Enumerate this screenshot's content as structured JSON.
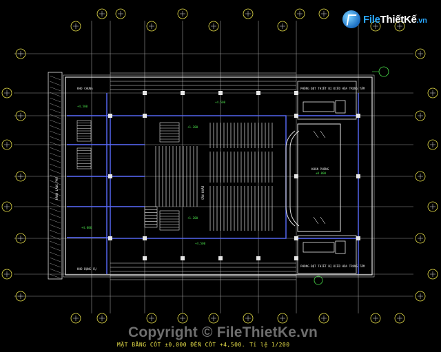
{
  "logo": {
    "file": "File",
    "thiet_ke": "ThiếtKế",
    "vn": ".vn",
    "icon": "filethietke-logo-icon"
  },
  "watermark": "Copyright © FileThietKe.vn",
  "caption": {
    "title": "MẶT BẰNG CỐT ±0,000 ĐẾN CỐT +4,500.",
    "scale": "Tỉ lệ 1/200"
  },
  "labels": {
    "room_top_right": "PHÒNG ĐẶT THIẾT BỊ ĐIỀU HÒA TRUNG TÂM",
    "room_bottom_right": "PHÒNG ĐẶT THIẾT BỊ ĐIỀU HÒA TRUNG TÂM",
    "kho_top": "KHO CHUNG",
    "kho_bottom": "KHO DỤNG CỤ",
    "hall": "KHÁN PHÒNG",
    "stage": "SÂN KHẤU",
    "left_vertical": "HÀNH LANG PHỤ",
    "elev_1": "+1.200",
    "elev_2": "+4.500",
    "elev_3": "+4.500",
    "elev_4": "+1.200",
    "elev_5": "+4.000",
    "elev_6": "+4.500",
    "elev_7": "±0.000"
  },
  "colors": {
    "background": "#000000",
    "wall": "#e6e6e6",
    "grid": "#9a9a9a",
    "blue": "#5a6cff",
    "yellow": "#e8e04a",
    "green": "#4be04b"
  }
}
